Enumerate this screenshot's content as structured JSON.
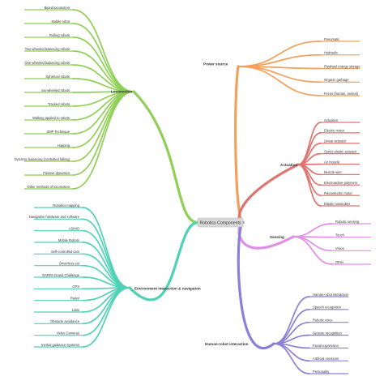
{
  "root": "Robotics Components",
  "branches": [
    {
      "key": "locomotion",
      "label": "Locomotion",
      "color": "#8fcf55",
      "items": [
        "Biped locomotion",
        "Mobile robot",
        "Rolling robots",
        "Two-wheeled balancing robots",
        "One-wheeled balancing robots",
        "Spherical robots",
        "Six-wheeled robots",
        "Tracked robots",
        "Walking applied to robots",
        "ZMP Technique",
        "Hopping",
        "Dynamic balancing (controlled falling)",
        "Passive dynamics",
        "Other methods of locomotion"
      ]
    },
    {
      "key": "environment",
      "label": "Environment interaction & navigation",
      "color": "#4fd1b5",
      "items": [
        "Robotics mapping",
        "Navigation hardware and software",
        "ASIMO",
        "Mobile Robots",
        "Self-controlled cars",
        "Driverless car",
        "DARPA Grand Challenge",
        "GPS",
        "Radar",
        "Lidar",
        "Obstacle avoidance",
        "Video Cameras",
        "Inertial guidance Systems"
      ]
    },
    {
      "key": "power",
      "label": "Power source",
      "color": "#f2a05c",
      "items": [
        "Pneumatic",
        "Hydraulic",
        "Flywheel energy storage",
        "Organic garbage",
        "Feces (human, animal)"
      ]
    },
    {
      "key": "actuation",
      "label": "Actuation",
      "color": "#e0736f",
      "items": [
        "Actuation",
        "Electric motor",
        "Linear actuator",
        "Series elastic actuator",
        "Air muscle",
        "Muscle wire",
        "Electroactive polymers",
        "Piezoelectric motor",
        "Elastic nanotubes"
      ]
    },
    {
      "key": "sensing",
      "label": "Sensing",
      "color": "#e08ee6",
      "items": [
        "Robotic sensing",
        "Touch",
        "Vision",
        "Other"
      ]
    },
    {
      "key": "hri",
      "label": "Human-robot interaction",
      "color": "#8c7fd6",
      "items": [
        "Human-robot interaction",
        "Speech recognition",
        "Robotic voice",
        "Gesture recognition",
        "Facial expression",
        "Artificial emotions",
        "Personality"
      ]
    }
  ]
}
